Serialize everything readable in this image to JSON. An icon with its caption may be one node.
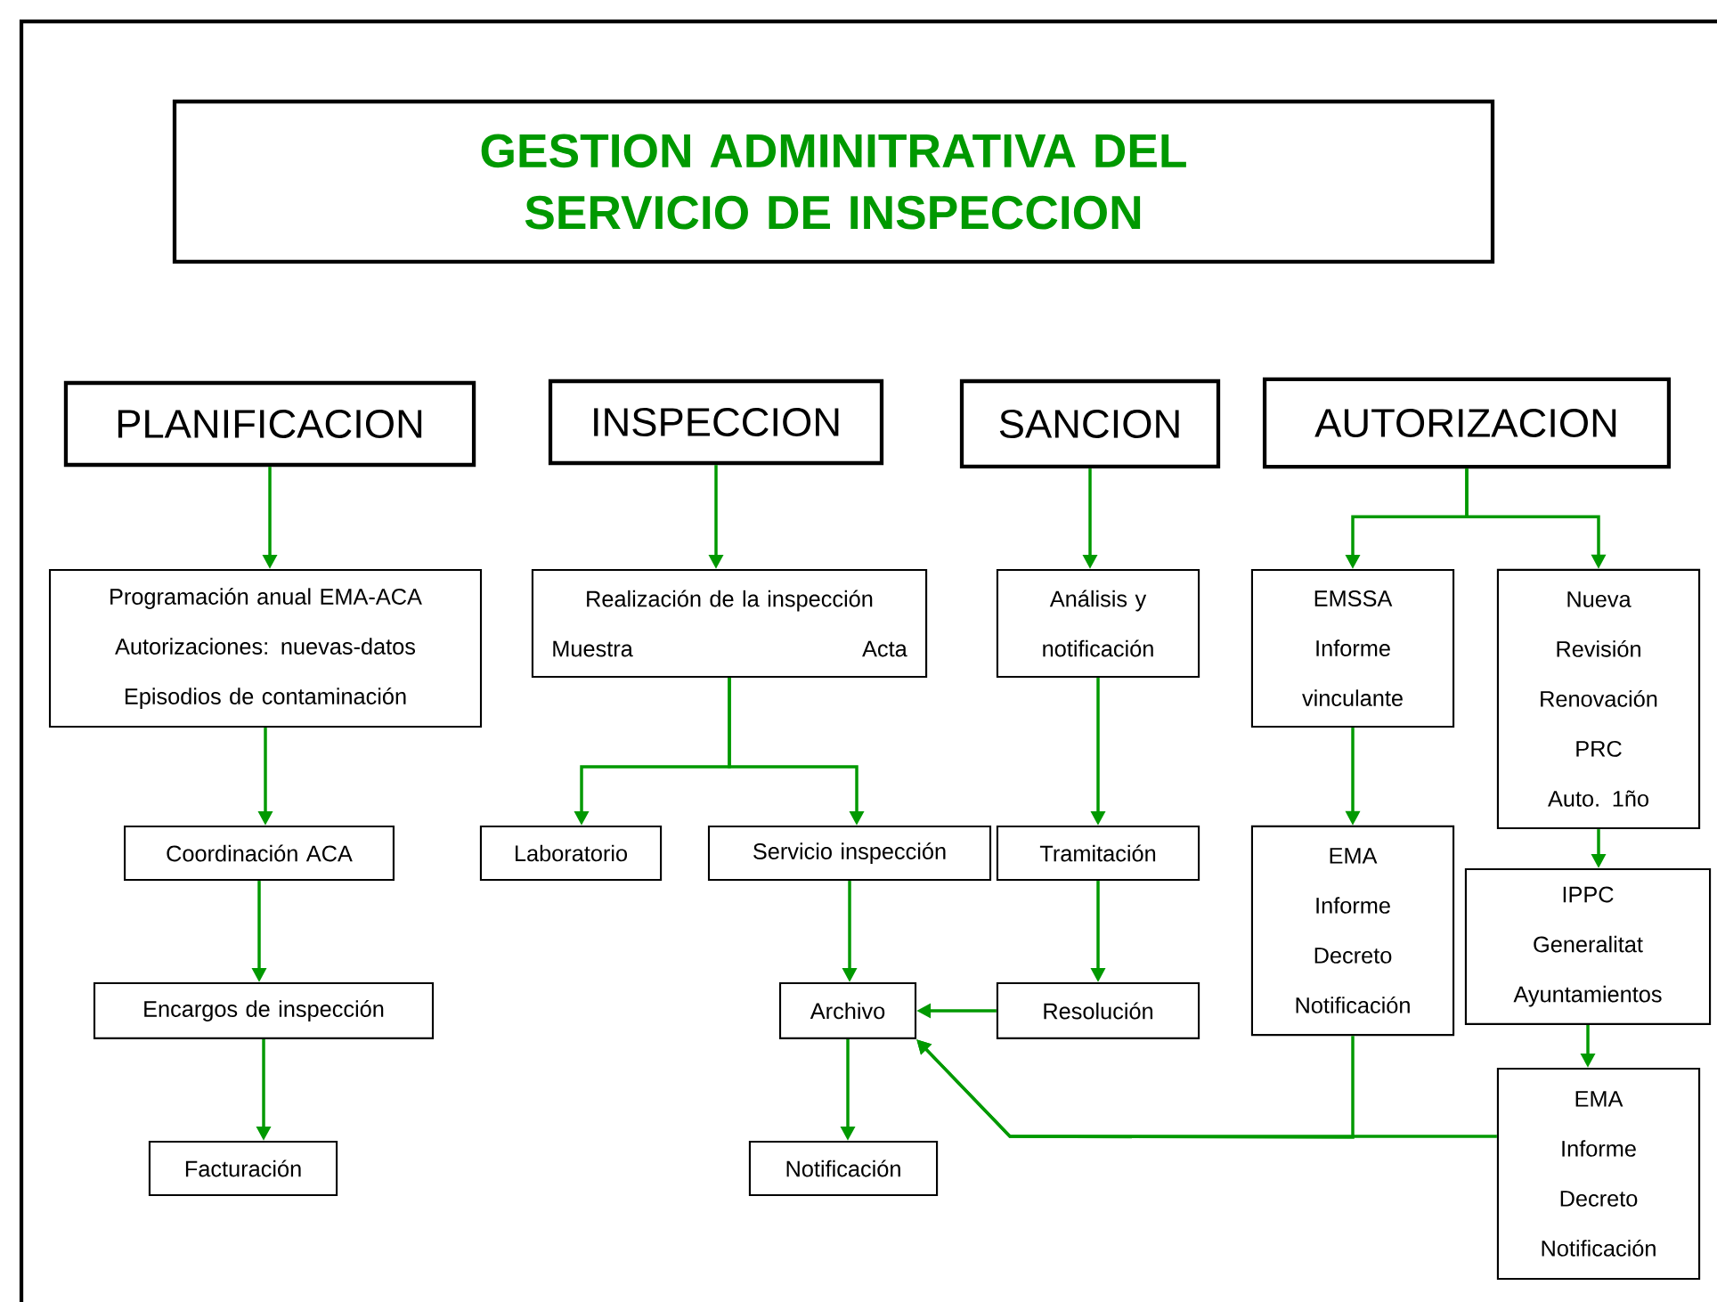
{
  "diagram": {
    "nodes": [
      {
        "text": [
          "GESTION ADMINITRATIVA DEL SERVICIO DE INSPECCION"
        ]
      },
      {
        "text": [
          "PLANIFICACION"
        ]
      },
      {
        "text": [
          "INSPECCION"
        ]
      },
      {
        "text": [
          "SANCION"
        ]
      },
      {
        "text": [
          "AUTORIZACION"
        ]
      },
      {
        "text": [
          "Programación anual EMA-ACA",
          "Autorizaciones: nuevas-datos",
          "Episodios de contaminación"
        ]
      },
      {
        "text": [
          "Realización de la inspección",
          "Muestra",
          "Acta"
        ]
      },
      {
        "text": [
          "Análisis y notificación"
        ]
      },
      {
        "text": [
          "EMSSA",
          "Informe vinculante"
        ]
      },
      {
        "text": [
          "Nueva",
          "Revisión",
          "Renovación",
          "PRC",
          "Auto. 1ño"
        ]
      },
      {
        "text": [
          "Coordinación ACA"
        ]
      },
      {
        "text": [
          "Laboratorio"
        ]
      },
      {
        "text": [
          "Servicio inspección"
        ]
      },
      {
        "text": [
          "Tramitación"
        ]
      },
      {
        "text": [
          "EMA",
          "Informe",
          "Decreto",
          "Notificación"
        ]
      },
      {
        "text": [
          "IPPC",
          "Generalitat",
          "Ayuntamientos"
        ]
      },
      {
        "text": [
          "Encargos de inspección"
        ]
      },
      {
        "text": [
          "Archivo"
        ]
      },
      {
        "text": [
          "Resolución"
        ]
      },
      {
        "text": [
          "Facturación"
        ]
      },
      {
        "text": [
          "Notificación"
        ]
      },
      {
        "text": [
          "EMA",
          "Informe",
          "Decreto",
          "Notificación"
        ]
      }
    ],
    "edges": [
      {
        "from": 1,
        "to": 5,
        "arrow": "to"
      },
      {
        "from": 5,
        "to": 10,
        "arrow": "to"
      },
      {
        "from": 10,
        "to": 16,
        "arrow": "to"
      },
      {
        "from": 16,
        "to": 19,
        "arrow": "to"
      },
      {
        "from": 2,
        "to": 6,
        "arrow": "to"
      },
      {
        "from": 6,
        "to": 11,
        "arrow": "to"
      },
      {
        "from": 6,
        "to": 12,
        "arrow": "to"
      },
      {
        "from": 12,
        "to": 17,
        "arrow": "to"
      },
      {
        "from": 17,
        "to": 20,
        "arrow": "to"
      },
      {
        "from": 3,
        "to": 7,
        "arrow": "to"
      },
      {
        "from": 7,
        "to": 13,
        "arrow": "to"
      },
      {
        "from": 13,
        "to": 18,
        "arrow": "to"
      },
      {
        "from": 18,
        "to": 17,
        "arrow": "to"
      },
      {
        "from": 4,
        "to": 8,
        "arrow": "to"
      },
      {
        "from": 4,
        "to": 9,
        "arrow": "to"
      },
      {
        "from": 8,
        "to": 14,
        "arrow": "to"
      },
      {
        "from": 9,
        "to": 15,
        "arrow": "to"
      },
      {
        "from": 15,
        "to": 21,
        "arrow": "to"
      },
      {
        "from": 14,
        "to": 17,
        "arrow": "to"
      },
      {
        "from": 21,
        "to": 17,
        "arrow": "to"
      }
    ]
  }
}
